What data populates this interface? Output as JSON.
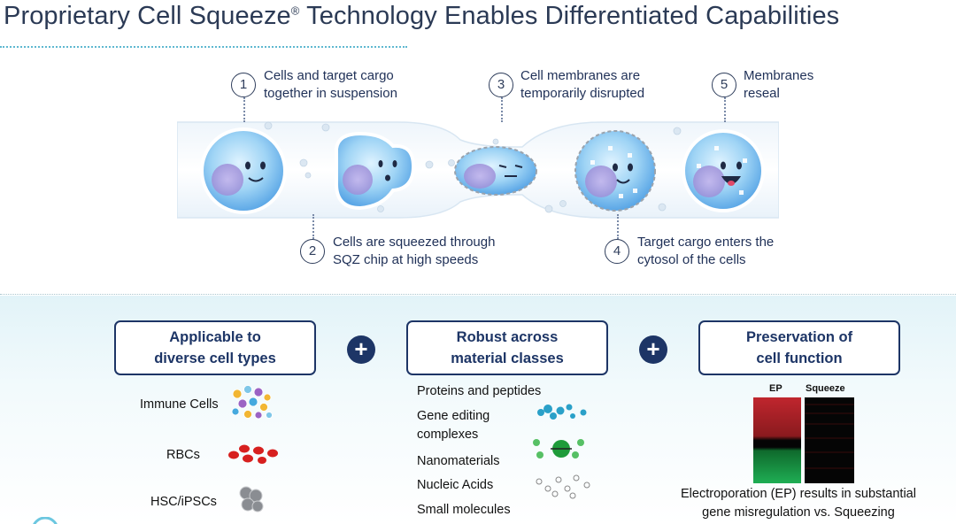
{
  "title": "Proprietary Cell Squeeze",
  "title_mark": "®",
  "title_rest": " Technology Enables Differentiated Capabilities",
  "steps": [
    {
      "num": "1",
      "line1": "Cells and target cargo",
      "line2": "together in suspension"
    },
    {
      "num": "2",
      "line1": "Cells are squeezed through",
      "line2": "SQZ chip at high speeds"
    },
    {
      "num": "3",
      "line1": "Cell membranes are",
      "line2": "temporarily disrupted"
    },
    {
      "num": "4",
      "line1": "Target cargo enters the",
      "line2": "cytosol of the cells"
    },
    {
      "num": "5",
      "line1": "Membranes",
      "line2": "reseal"
    }
  ],
  "boxes": [
    {
      "line1": "Applicable to",
      "line2": "diverse cell types"
    },
    {
      "line1": "Robust across",
      "line2": "material classes"
    },
    {
      "line1": "Preservation of",
      "line2": "cell function"
    }
  ],
  "plus_symbol": "+",
  "cell_types": [
    "Immune Cells",
    "RBCs",
    "HSC/iPSCs"
  ],
  "materials": [
    "Proteins and peptides",
    "Gene editing",
    "complexes",
    "Nanomaterials",
    "Nucleic Acids",
    "Small molecules"
  ],
  "heatmap": {
    "label_ep": "EP",
    "label_squeeze": "Squeeze",
    "colors": {
      "red": "#c0262e",
      "green": "#1fae54",
      "black": "#050505"
    }
  },
  "caption": {
    "line1": "Electroporation (EP) results in substantial",
    "line2": "gene misregulation vs. Squeezing"
  }
}
